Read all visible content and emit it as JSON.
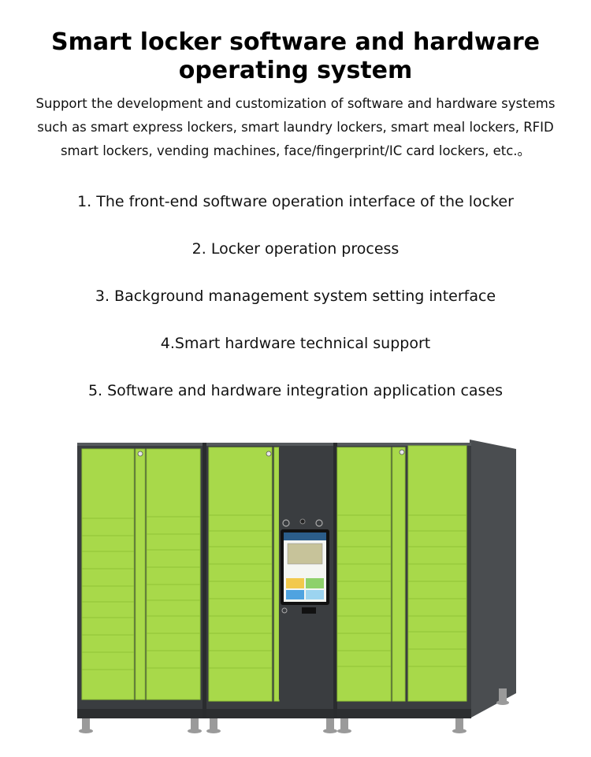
{
  "header": {
    "title_line1": "Smart locker software and hardware",
    "title_line2": "operating system",
    "subtitle_line1": "Support the development and customization of software and hardware systems",
    "subtitle_line2": "such as smart express lockers, smart laundry lockers, smart meal lockers, RFID",
    "subtitle_line3": "smart lockers, vending machines, face/fingerprint/IC card lockers, etc.。"
  },
  "features": [
    "1. The front-end software operation interface of the locker",
    "2. Locker operation process",
    "3. Background management system setting interface",
    "4.Smart hardware technical support",
    "5. Software and hardware integration application cases"
  ],
  "locker": {
    "body_color": "#3a3d40",
    "door_color": "#a8d94a",
    "door_edge_color": "#8fc235",
    "icon": "smart-locker-image"
  }
}
